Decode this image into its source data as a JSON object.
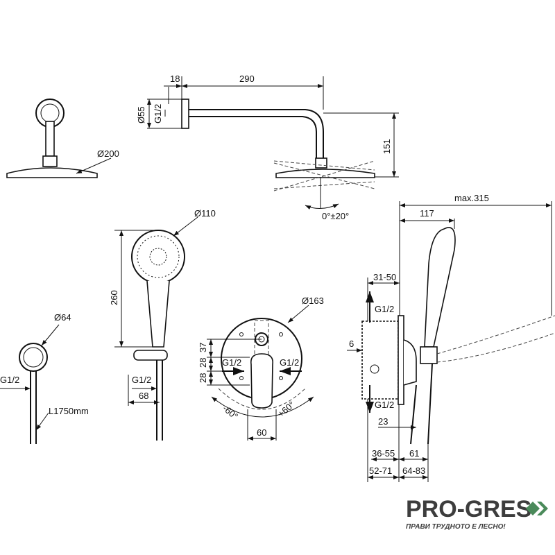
{
  "overhead_shower": {
    "dim_flange_width": "18",
    "dim_arm_length": "290",
    "dim_flange_diameter": "Ø55",
    "thread": "G1/2",
    "dim_height": "151",
    "dim_head_diameter": "Ø200",
    "tilt_angle": "0°±20°"
  },
  "hand_shower": {
    "dim_max_projection": "max.315",
    "dim_projection": "117",
    "dim_head_diameter": "Ø110",
    "dim_length": "260",
    "thread": "G1/2",
    "dim_bracket": "68"
  },
  "outlet_elbow": {
    "dim_diameter": "Ø64",
    "thread": "G1/2",
    "hose_length": "L1750mm"
  },
  "mixer": {
    "dim_plate_diameter": "Ø163",
    "dim_top": "37",
    "dim_mid": "28",
    "dim_bottom": "28",
    "thread_left": "G1/2",
    "thread_right": "G1/2",
    "angle_left": "-60°",
    "angle_right": "+60°",
    "dim_lever_width": "60"
  },
  "side_view": {
    "dim_install_depth": "31-50",
    "thread_top": "G1/2",
    "thread_bottom": "G1/2",
    "dim_wall": "6",
    "dim_23": "23",
    "dim_a": "36-55",
    "dim_b": "61",
    "dim_c": "52-71",
    "dim_d": "64-83"
  },
  "watermark": {
    "brand": "PRO-GRES",
    "slogan": "ПРАВИ ТРУДНОТО Е ЛЕСНО!",
    "accent_color": "#4a8a5a"
  }
}
